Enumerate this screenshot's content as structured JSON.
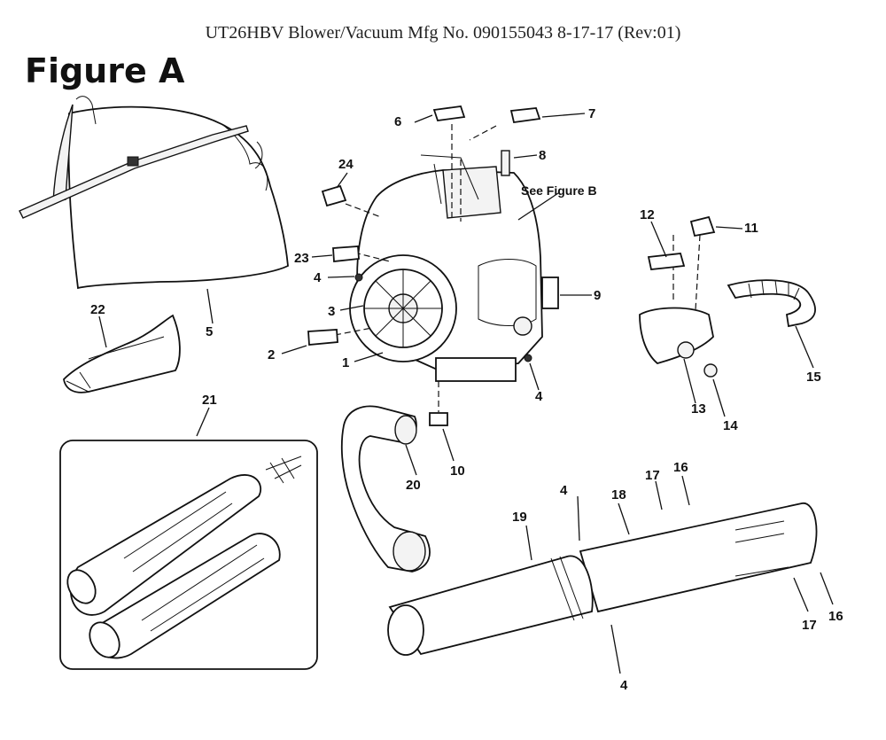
{
  "header": {
    "title": "UT26HBV Blower/Vacuum Mfg No. 090155043 8-17-17 (Rev:01)",
    "figure": "Figure A"
  },
  "callouts": {
    "c1": "1",
    "c2": "2",
    "c3": "3",
    "c4a": "4",
    "c4b": "4",
    "c4c": "4",
    "c4d": "4",
    "c5": "5",
    "c6": "6",
    "c7": "7",
    "c8": "8",
    "c9": "9",
    "c10": "10",
    "c11": "11",
    "c12": "12",
    "c13": "13",
    "c14": "14",
    "c15": "15",
    "c16a": "16",
    "c16b": "16",
    "c17a": "17",
    "c17b": "17",
    "c18": "18",
    "c19": "19",
    "c20": "20",
    "c21": "21",
    "c22": "22",
    "c23": "23",
    "c24": "24"
  },
  "notes": {
    "see_figure_b": "See Figure B"
  }
}
